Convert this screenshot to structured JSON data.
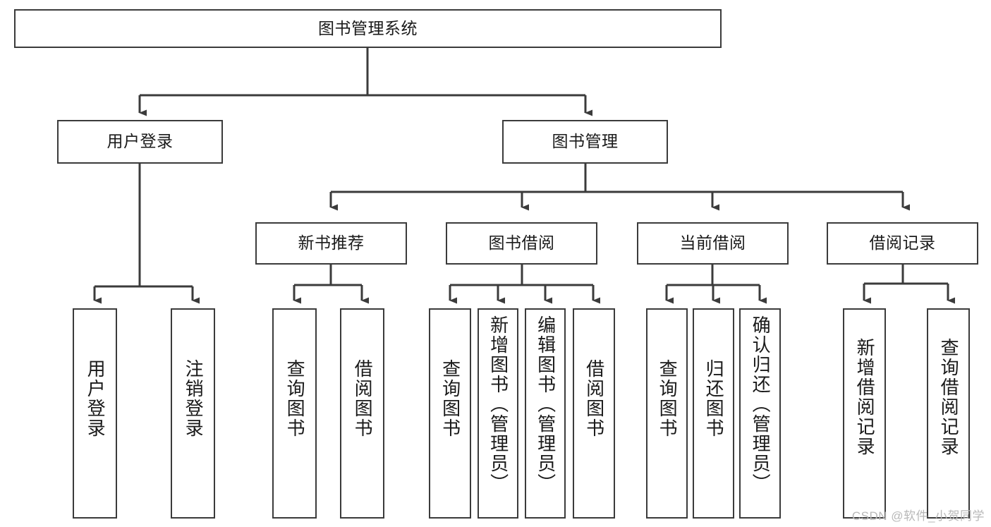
{
  "diagram": {
    "title": "图书管理系统",
    "type": "tree-hierarchy-chart",
    "watermark": "CSDN @软件_小贺同学",
    "colors": {
      "box_border": "#3b3b3b",
      "box_fill": "#ffffff",
      "edge": "#3b3b3b",
      "text": "#1a1a1a",
      "watermark": "#b8b8b8",
      "background": "#ffffff"
    },
    "nodes": {
      "root": {
        "label": "图书管理系统"
      },
      "level2": [
        {
          "id": "user-login",
          "label": "用户登录"
        },
        {
          "id": "book-manage",
          "label": "图书管理"
        }
      ],
      "level3": [
        {
          "id": "new-book-recommend",
          "label": "新书推荐"
        },
        {
          "id": "book-borrow",
          "label": "图书借阅"
        },
        {
          "id": "current-borrow",
          "label": "当前借阅"
        },
        {
          "id": "borrow-record",
          "label": "借阅记录"
        }
      ],
      "leaves": {
        "user_login": [
          {
            "id": "leaf-user-login",
            "label": "用户登录"
          },
          {
            "id": "leaf-logout-login",
            "label": "注销登录"
          }
        ],
        "new_book_recommend": [
          {
            "id": "leaf-query-book-1",
            "label": "查询图书"
          },
          {
            "id": "leaf-borrow-book-1",
            "label": "借阅图书"
          }
        ],
        "book_borrow": [
          {
            "id": "leaf-query-book-2",
            "label": "查询图书"
          },
          {
            "id": "leaf-add-book",
            "label": "新增图书（管理员）"
          },
          {
            "id": "leaf-edit-book",
            "label": "编辑图书（管理员）"
          },
          {
            "id": "leaf-borrow-book-2",
            "label": "借阅图书"
          }
        ],
        "current_borrow": [
          {
            "id": "leaf-query-book-3",
            "label": "查询图书"
          },
          {
            "id": "leaf-return-book",
            "label": "归还图书"
          },
          {
            "id": "leaf-confirm-return",
            "label": "确认归还（管理员）"
          }
        ],
        "borrow_record": [
          {
            "id": "leaf-add-record",
            "label": "新增借阅记录"
          },
          {
            "id": "leaf-query-record",
            "label": "查询借阅记录"
          }
        ]
      }
    }
  }
}
